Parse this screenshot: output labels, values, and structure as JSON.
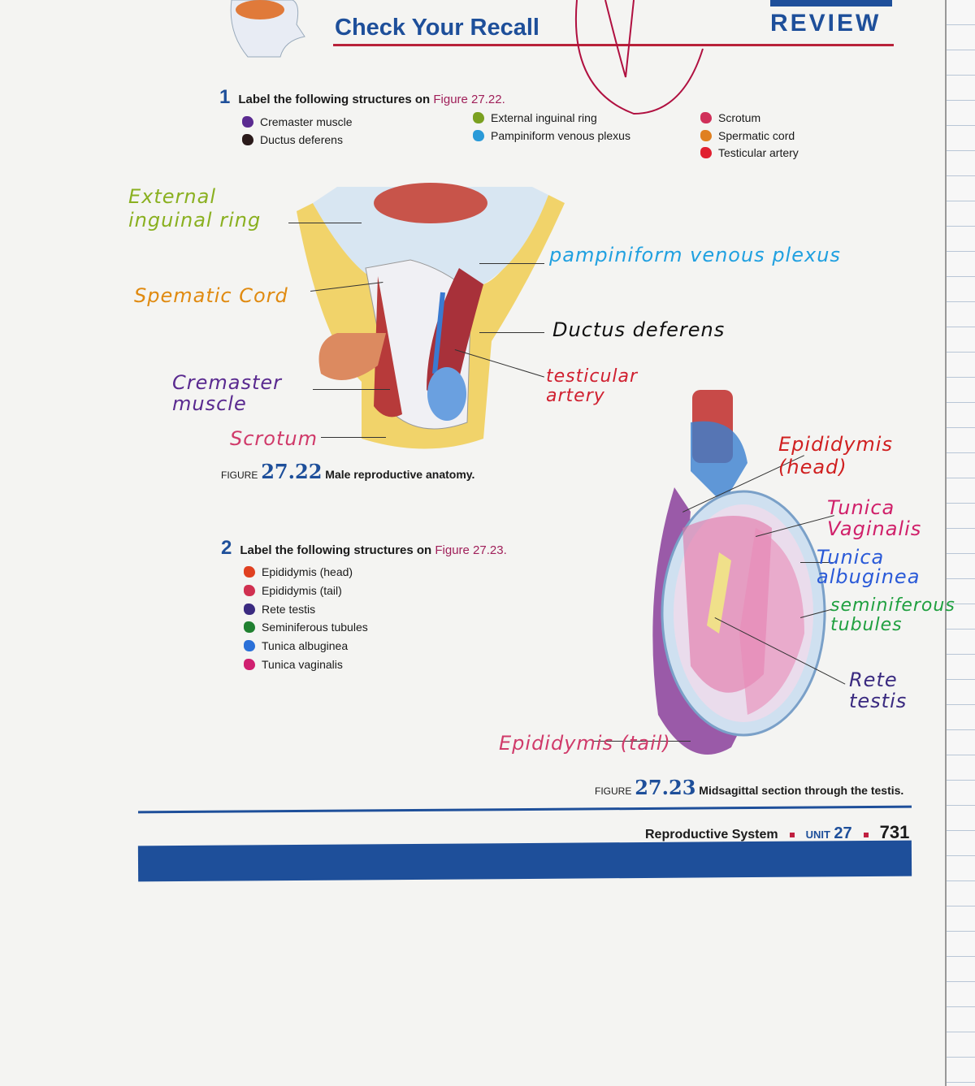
{
  "header": {
    "title": "Check Your Recall",
    "section": "REVIEW"
  },
  "q1": {
    "number": "1",
    "text": "Label the following structures on ",
    "figure_ref": "Figure 27.22.",
    "items": [
      {
        "label": "Cremaster muscle",
        "color": "#5a2a90"
      },
      {
        "label": "Ductus deferens",
        "color": "#2a1a1a"
      },
      {
        "label": "External inguinal ring",
        "color": "#7aa020"
      },
      {
        "label": "Pampiniform venous plexus",
        "color": "#2a9ad8"
      },
      {
        "label": "Scrotum",
        "color": "#d0305a"
      },
      {
        "label": "Spermatic cord",
        "color": "#e08020"
      },
      {
        "label": "Testicular artery",
        "color": "#e02030"
      }
    ]
  },
  "fig1": {
    "label": "FIGURE",
    "number": "27.22",
    "caption": "Male reproductive anatomy.",
    "annotations": {
      "ext_ring": "External inguinal ring",
      "sperm_cord": "Spematic Cord",
      "cremaster": "Cremaster muscle",
      "scrotum": "Scrotum",
      "pampiniform": "pampiniform venous plexus",
      "ductus": "Ductus deferens",
      "artery": "testicular artery"
    }
  },
  "q2": {
    "number": "2",
    "text": "Label the following structures on ",
    "figure_ref": "Figure 27.23.",
    "items": [
      {
        "label": "Epididymis (head)",
        "color": "#e04020"
      },
      {
        "label": "Epididymis (tail)",
        "color": "#d03050"
      },
      {
        "label": "Rete testis",
        "color": "#3a2a80"
      },
      {
        "label": "Seminiferous tubules",
        "color": "#208030"
      },
      {
        "label": "Tunica albuginea",
        "color": "#2a70d8"
      },
      {
        "label": "Tunica vaginalis",
        "color": "#d02070"
      }
    ]
  },
  "fig2": {
    "label": "FIGURE",
    "number": "27.23",
    "caption": "Midsagittal section through the testis.",
    "annotations": {
      "epi_head": "Epididymis (head)",
      "tunica_vag": "Tunica Vaginalis",
      "tunica_alb": "Tunica albuginea",
      "semin": "seminiferous tubules",
      "rete": "Rete testis",
      "epi_tail": "Epididymis (tail)"
    }
  },
  "footer": {
    "chapter": "Reproductive System",
    "unit_label": "UNIT",
    "unit_number": "27",
    "page": "731"
  }
}
